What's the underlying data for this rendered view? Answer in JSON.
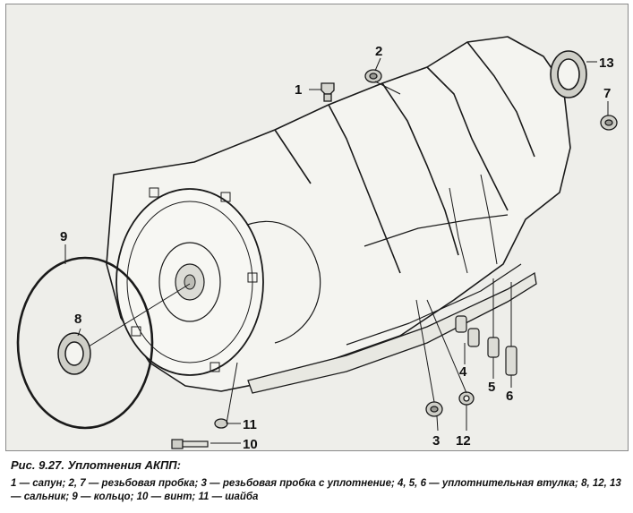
{
  "figure": {
    "callouts": {
      "c1": "1",
      "c2": "2",
      "c3": "3",
      "c4": "4",
      "c5": "5",
      "c6": "6",
      "c7": "7",
      "c8": "8",
      "c9": "9",
      "c10": "10",
      "c11": "11",
      "c12": "12",
      "c13": "13"
    }
  },
  "caption": {
    "title": "Рис. 9.27. Уплотнения АКПП:",
    "legend": "1 — сапун; 2, 7 — резьбовая пробка; 3 — резьбовая пробка с уплотнение; 4, 5, 6 — уплотнительная втулка; 8, 12, 13 — сальник; 9 — кольцо; 10 — винт; 11 — шайба"
  }
}
